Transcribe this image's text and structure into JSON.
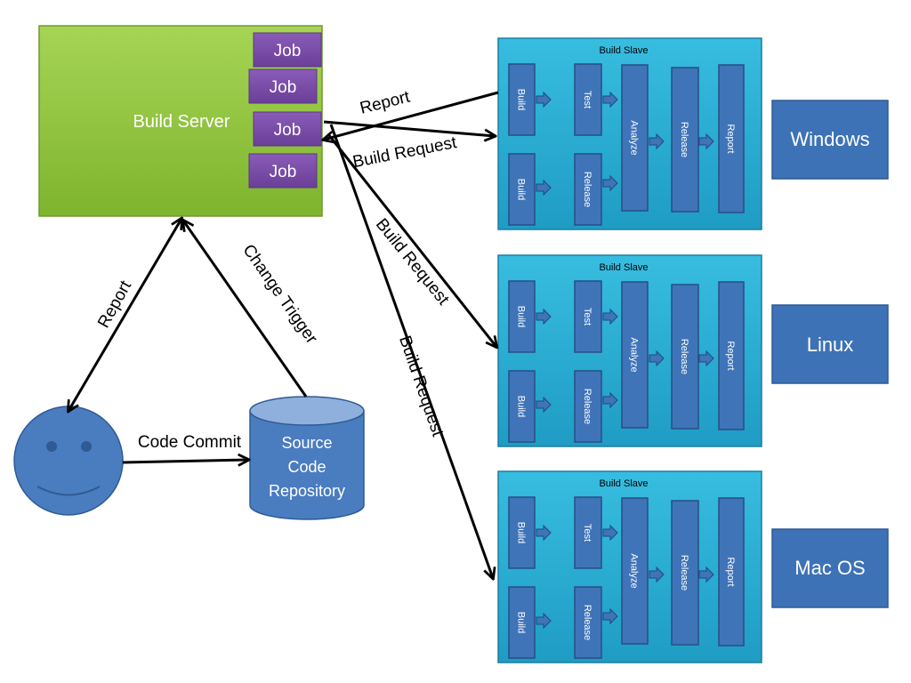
{
  "server": {
    "title": "Build Server",
    "jobs": [
      "Job",
      "Job",
      "Job",
      "Job"
    ]
  },
  "edges": {
    "report_top": "Report",
    "build_request_1": "Build Request",
    "build_request_2": "Build Request",
    "build_request_3": "Build Request",
    "report_left": "Report",
    "change_trigger": "Change  Trigger",
    "code_commit": "Code Commit"
  },
  "repository": {
    "line1": "Source",
    "line2": "Code",
    "line3": "Repository"
  },
  "slaves": [
    {
      "title": "Build Slave",
      "platform": "Windows"
    },
    {
      "title": "Build Slave",
      "platform": "Linux"
    },
    {
      "title": "Build Slave",
      "platform": "Mac OS"
    }
  ],
  "stages": {
    "build": "Build",
    "test": "Test",
    "release": "Release",
    "analyze": "Analyze",
    "report": "Report"
  },
  "colors": {
    "server_green": "#8fc63a",
    "job_purple": "#7b4fa8",
    "slave_cyan": "#2aaed3",
    "stage_blue": "#3f74b8",
    "platform_blue": "#3d72b6",
    "smiley_blue": "#4a7cc0"
  }
}
